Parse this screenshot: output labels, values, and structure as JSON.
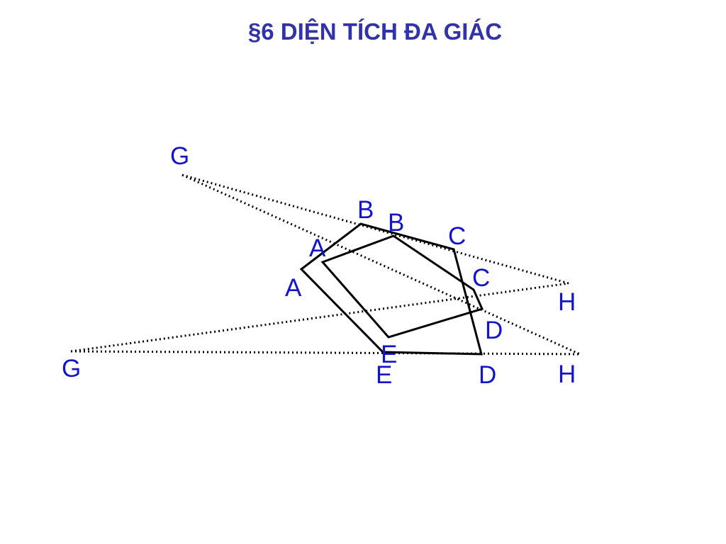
{
  "title": "§6 DIỆN TÍCH ĐA GIÁC",
  "labels": {
    "g_top": "G",
    "g_bottom": "G",
    "a_upper": "A",
    "a_lower": "A",
    "b_left": "B",
    "b_right": "B",
    "c_upper": "C",
    "c_lower": "C",
    "d_upper": "D",
    "d_lower": "D",
    "e_upper": "E",
    "e_lower": "E",
    "h_upper": "H",
    "h_lower": "H"
  },
  "colors": {
    "title": "#3333a8",
    "labels": "#1414c8",
    "lines": "#000000"
  }
}
